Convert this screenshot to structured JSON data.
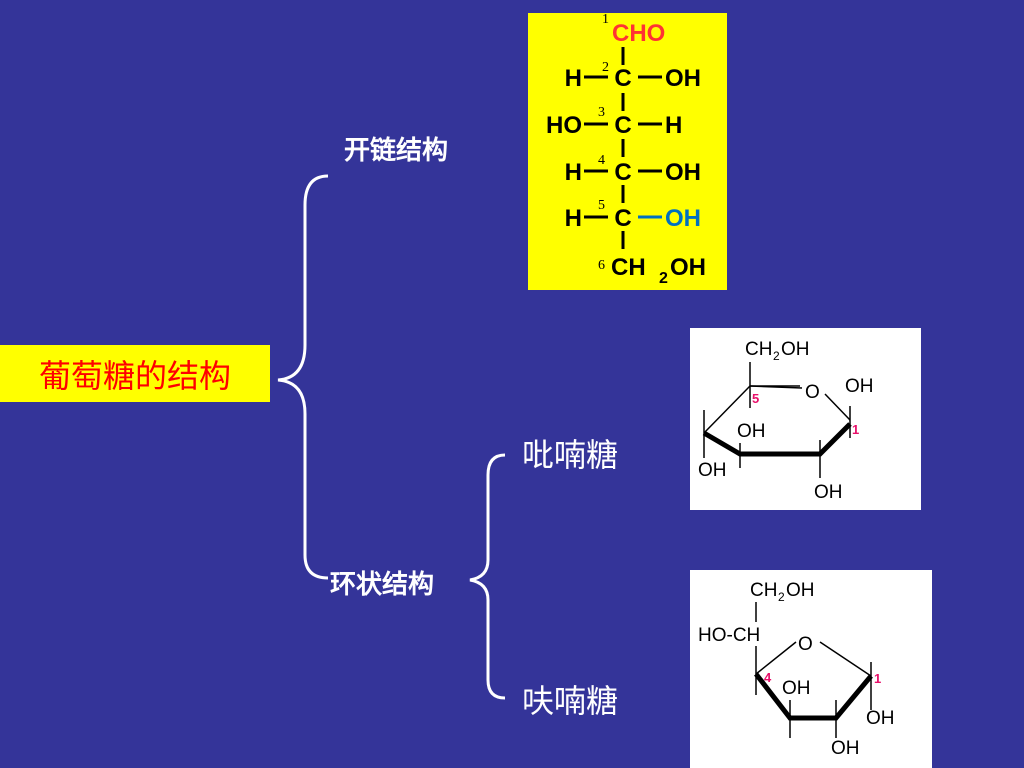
{
  "title": "葡萄糖的结构",
  "branches": {
    "open_chain": "开链结构",
    "cyclic": "环状结构",
    "pyranose": "吡喃糖",
    "furanose": "呋喃糖"
  },
  "fischer": {
    "numbers": [
      "1",
      "2",
      "3",
      "4",
      "5",
      "6"
    ],
    "c1": "CHO",
    "rows": [
      {
        "left": "H",
        "center": "C",
        "right": "OH"
      },
      {
        "left": "HO",
        "center": "C",
        "right": "H"
      },
      {
        "left": "H",
        "center": "C",
        "right": "OH"
      },
      {
        "left": "H",
        "center": "C",
        "right": "OH"
      }
    ],
    "c6": "CH",
    "c6_sub": "2",
    "c6_tail": "OH"
  },
  "pyranose_ring": {
    "ch2oh": "CH",
    "ch2oh_sub": "2",
    "ch2oh_tail": "OH",
    "o": "O",
    "c5": "5",
    "c1": "1",
    "oh_top_right": "OH",
    "oh_inner": "OH",
    "oh_left": "OH",
    "oh_bottom": "OH"
  },
  "furanose_ring": {
    "ch2oh": "CH",
    "ch2oh_sub": "2",
    "ch2oh_tail": "OH",
    "hoch": "HO-CH",
    "o": "O",
    "c4": "4",
    "c1": "1",
    "oh_inner": "OH",
    "oh_right": "OH",
    "oh_bottom": "OH"
  },
  "colors": {
    "background": "#343499",
    "highlight": "#ffff00",
    "title_text": "#ff0000",
    "cho": "#ff3333",
    "oh_blue": "#0070c0",
    "ring_number": "#e8106a"
  }
}
